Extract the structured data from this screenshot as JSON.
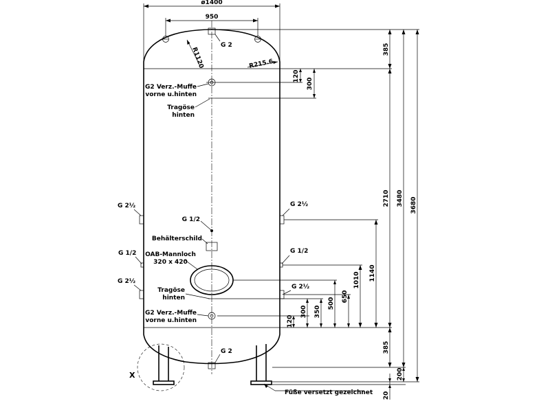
{
  "dims_top": {
    "outer_diameter": "ø1400",
    "lug_spacing": "950",
    "radius_large": "R1120",
    "radius_small": "R215.6"
  },
  "dims_right": {
    "head_top": "385",
    "muffe_top": "120",
    "lug_top": "300",
    "cyl_length": "2710",
    "total_body": "3480",
    "total_height": "3680",
    "g2half_upper": "1140",
    "g12_right": "1010",
    "g2half_lower": "650",
    "manway": "500",
    "lug_bottom": "350",
    "muffe_bottom_300": "300",
    "muffe_bottom_120": "120",
    "head_bottom": "385",
    "feet": "200",
    "foot_plate": "20"
  },
  "labels": {
    "g2_top": "G 2",
    "muffe_top_l1": "G2 Verz.-Muffe",
    "muffe_top_l2": "vorne u.hinten",
    "lug_top_l1": "Tragöse",
    "lug_top_l2": "hinten",
    "g2half_left_upper": "G 2½",
    "g2half_right_upper": "G 2½",
    "g12_center": "G 1/2",
    "nameplate": "Behälterschild",
    "g12_left": "G 1/2",
    "g12_right": "G 1/2",
    "manway_l1": "OAB-Mannloch",
    "manway_l2": "320 x 420",
    "g2half_left_lower": "G 2½",
    "g2half_right_lower": "G 2½",
    "lug_bottom_l1": "Tragöse",
    "lug_bottom_l2": "hinten",
    "muffe_bottom_l1": "G2 Verz.-Muffe",
    "muffe_bottom_l2": "vorne u.hinten",
    "g2_bottom": "G 2",
    "detail_x": "X",
    "feet_note": "Füße versetzt gezeichnet"
  },
  "colors": {
    "line": "#000000",
    "background": "#ffffff"
  }
}
